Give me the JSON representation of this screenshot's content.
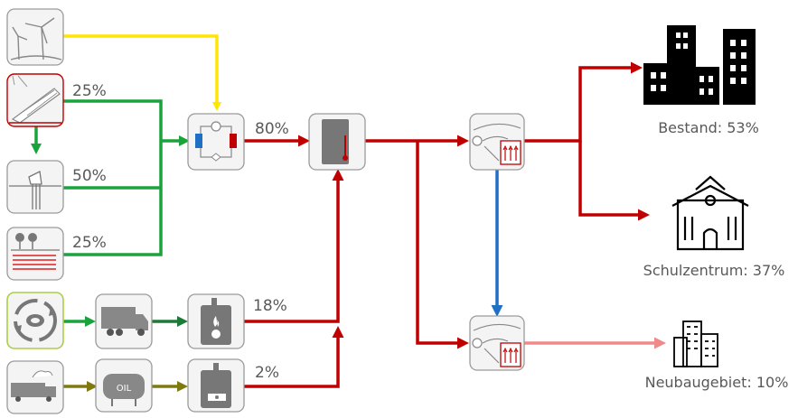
{
  "sources": {
    "wind_share": "",
    "solar_share": "25%",
    "geo_probe_share": "50%",
    "geo_collector_share": "25%"
  },
  "flows": {
    "heat_pump_share": "80%",
    "wood_boiler_share": "18%",
    "oil_boiler_share": "2%"
  },
  "labels": {
    "oil_tank": "OIL"
  },
  "consumers": {
    "bestand": "Bestand: 53%",
    "schulzentrum": "Schulzentrum: 37%",
    "neubaugebiet": "Neubaugebiet: 10%"
  },
  "colors": {
    "electricity": "#ffe600",
    "ambient_heat": "#1aa33c",
    "biomass": "#1b7a37",
    "oil": "#7f7a10",
    "district_heat": "#c00000",
    "secondary_flow": "#1f6fc5",
    "low_temp_net": "#f08a8a"
  }
}
